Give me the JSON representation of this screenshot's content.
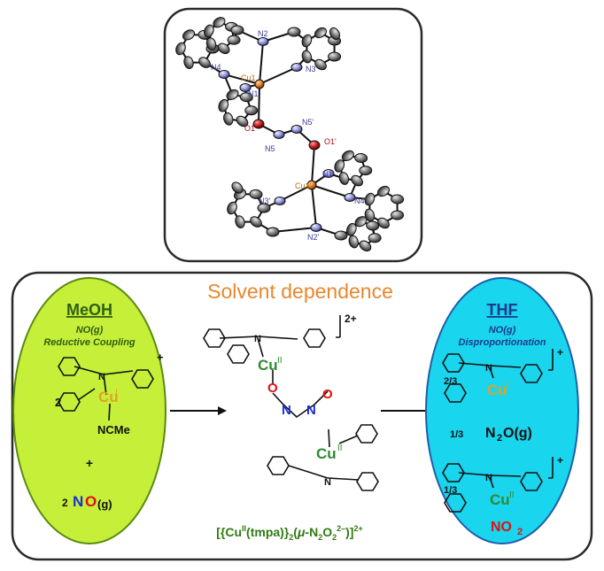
{
  "crystal_labels": {
    "N2": "N2",
    "Cu1": "Cu1",
    "N4": "N4",
    "N3": "N3",
    "N1": "N1",
    "O1": "O1",
    "N5p": "N5'",
    "N5": "N5",
    "O1p": "O1'",
    "N1p": "N1'",
    "Cu1p": "Cu1'",
    "N3p": "N3'",
    "N4p": "N4'",
    "N2p": "N2'"
  },
  "panel": {
    "title": "Solvent dependence",
    "left": {
      "solvent": "MeOH",
      "reagent": "NO(g)",
      "process": "Reductive Coupling",
      "coef": "2",
      "cu": "Cu",
      "cu_ox": "I",
      "ligand": "NCMe",
      "plus": "+",
      "no_coef": "2",
      "no_n": "N",
      "no_o": "O",
      "no_sub": "(g)",
      "charge": "+"
    },
    "center": {
      "charge": "2+",
      "cu": "Cu",
      "cu_ox": "II",
      "formula": {
        "p1": "[{Cu",
        "p1_sup": "II",
        "p2": "(tmpa)}",
        "p2_sub": "2",
        "p3": "(",
        "mu": "μ",
        "p4": "-N",
        "p4_sub": "2",
        "p5": "O",
        "p5_sub": "2",
        "p5_sup": "2–",
        "p6": ")]",
        "p6_sup": "2+"
      }
    },
    "right": {
      "solvent": "THF",
      "reagent": "NO(g)",
      "process": "Disproportionation",
      "coef1": "2/3",
      "cu": "Cu",
      "cu1_ox": "I",
      "charge": "+",
      "coef2": "1/3",
      "n2o_n": "N",
      "n2o_2": "2",
      "n2o_o": "O(g)",
      "coef3": "1/3",
      "cu2_ox": "II",
      "no2": "NO",
      "no2_2": "2"
    }
  },
  "colors": {
    "left_ellipse": "#c6ef3a",
    "left_border": "#5a8a10",
    "right_ellipse": "#19d5ee",
    "right_border": "#1f5ea8",
    "title": "#e8872f",
    "solvent_text": "#2f5f12",
    "cu_orange": "#e0a224",
    "cu_green": "#2f8a2f",
    "oxygen": "#e01010",
    "nitrogen_blue": "#1a2fd6",
    "formula_green": "#2f7a12",
    "atom_cu": "#e07820",
    "atom_o": "#b01010",
    "atom_n": "#8e93d8",
    "atom_c": "#777777"
  }
}
